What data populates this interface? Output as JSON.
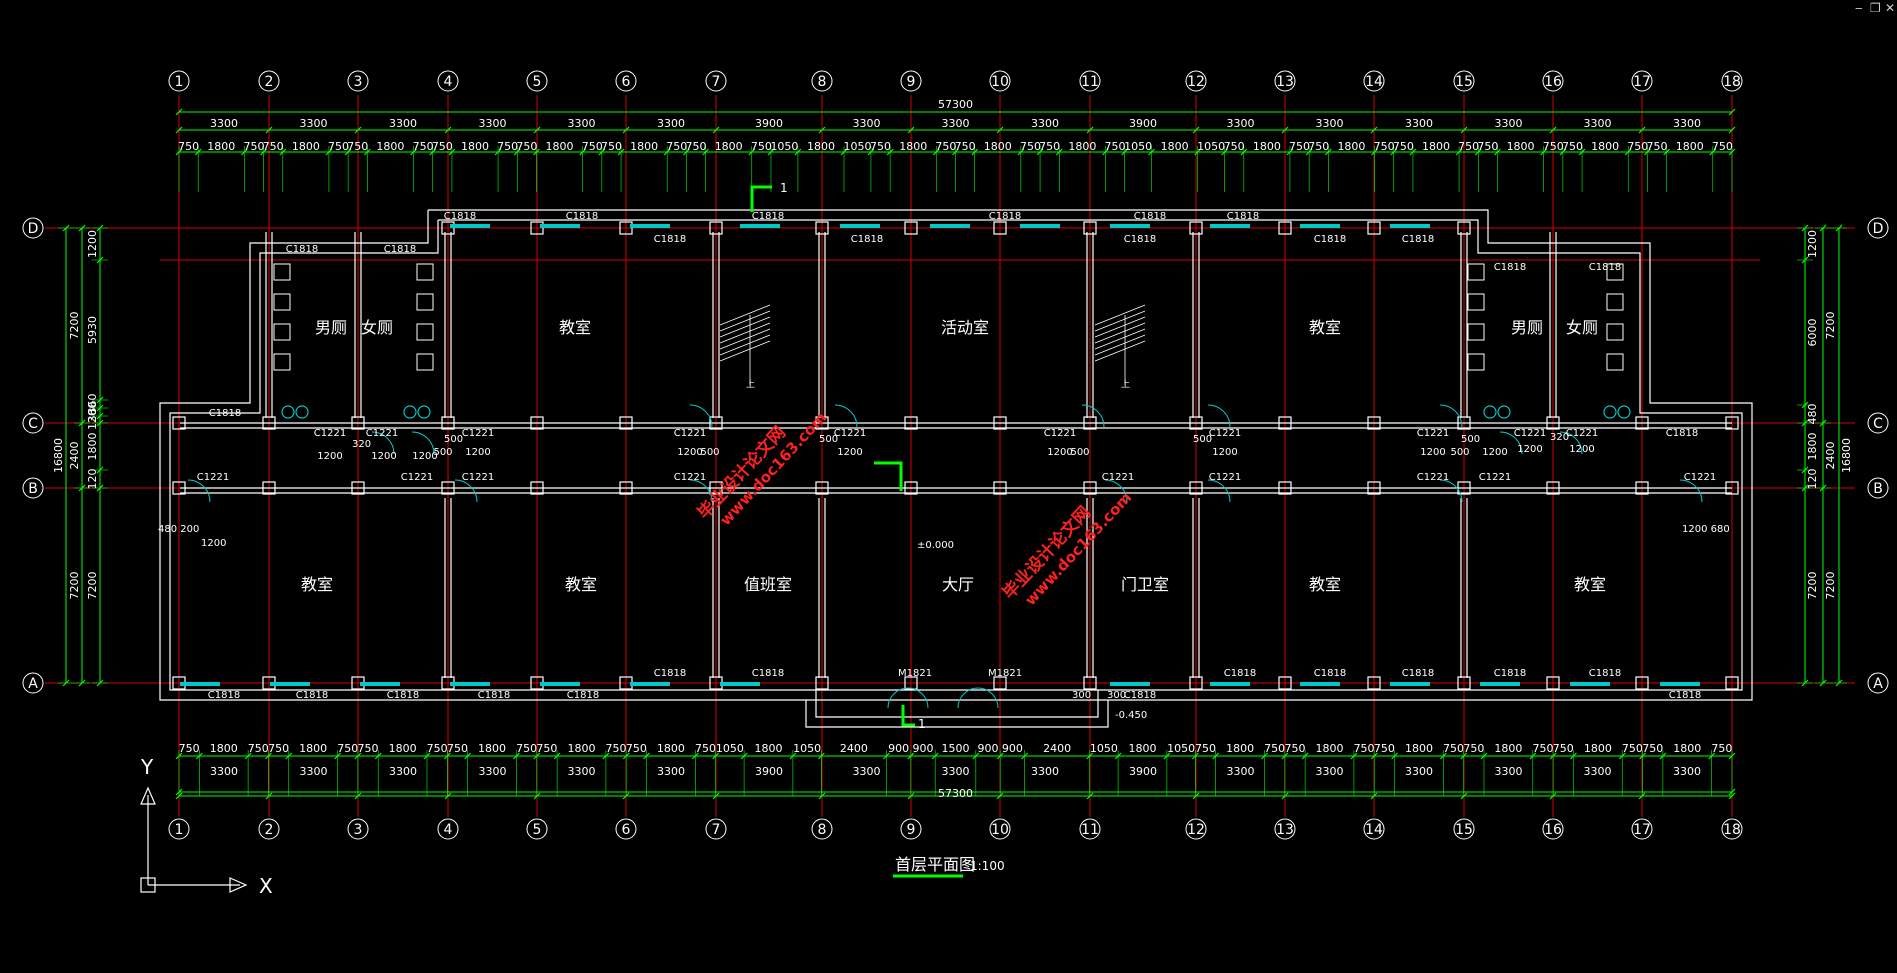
{
  "window": {
    "minimize": "‒",
    "restore": "❐",
    "close": "✕"
  },
  "colors": {
    "bg": "#000000",
    "dim": "#00ff00",
    "axis": "#d40000",
    "wall": "#ffffff",
    "window": "#00c8c8",
    "text": "#ffffff",
    "watermark": "#ff2020"
  },
  "grid": {
    "columns": [
      "1",
      "2",
      "3",
      "4",
      "5",
      "6",
      "7",
      "8",
      "9",
      "10",
      "11",
      "12",
      "13",
      "14",
      "15",
      "16",
      "17",
      "18"
    ],
    "rows": [
      "D",
      "C",
      "B",
      "A"
    ]
  },
  "dimensions": {
    "overall": "57300",
    "bays": [
      "3300",
      "3300",
      "3300",
      "3300",
      "3300",
      "3300",
      "3900",
      "3300",
      "3300",
      "3300",
      "3900",
      "3300",
      "3300",
      "3300",
      "3300",
      "3300",
      "3300"
    ],
    "top_detail": [
      "750",
      "1800",
      "750",
      "750",
      "1800",
      "750",
      "750",
      "1800",
      "750",
      "750",
      "1800",
      "750",
      "750",
      "1800",
      "750",
      "750",
      "1800",
      "750",
      "750",
      "1800",
      "750",
      "1050",
      "1800",
      "1050",
      "750",
      "1800",
      "750",
      "750",
      "1800",
      "750",
      "750",
      "1800",
      "750",
      "1050",
      "1800",
      "1050",
      "750",
      "1800",
      "750",
      "750",
      "1800",
      "750",
      "750",
      "1800",
      "750",
      "750",
      "1800",
      "750",
      "750",
      "1800",
      "750",
      "750",
      "1800",
      "750"
    ],
    "bottom_detail": [
      "750",
      "1800",
      "750",
      "750",
      "1800",
      "750",
      "750",
      "1800",
      "750",
      "750",
      "1800",
      "750",
      "750",
      "1800",
      "750",
      "750",
      "1800",
      "750",
      "1050",
      "1800",
      "1050",
      "2400",
      "900",
      "900",
      "1500",
      "900",
      "900",
      "2400",
      "1050",
      "1800",
      "1050",
      "750",
      "1800",
      "750",
      "750",
      "1800",
      "750",
      "750",
      "1800",
      "750",
      "750",
      "1800",
      "750",
      "750",
      "1800",
      "750",
      "750",
      "1800",
      "750"
    ],
    "left_outer": "16800",
    "left_main": [
      "7200",
      "2400",
      "7200"
    ],
    "left_inner": [
      "1200",
      "5930",
      "360",
      "360",
      "120",
      "1800",
      "120",
      "7200"
    ],
    "right_outer": "16800",
    "right_main": [
      "7200",
      "2400",
      "7200"
    ],
    "right_inner": [
      "1200",
      "6000",
      "480",
      "1800",
      "120",
      "7200"
    ]
  },
  "rooms": {
    "mens_wc": "男厕",
    "womens_wc": "女厕",
    "classroom": "教室",
    "activity": "活动室",
    "duty": "值班室",
    "hall": "大厅",
    "guard": "门卫室"
  },
  "labels": {
    "c1818": "C1818",
    "c1221": "C1221",
    "m1821": "M1821",
    "d500": "500",
    "d1200": "1200",
    "d320": "320",
    "d300": "300",
    "d1200_680": "1200 680",
    "d480_200": "480 200",
    "elev0": "±0.000",
    "elev_neg": "-0.450",
    "section_mark": "1",
    "stair": "上"
  },
  "title": {
    "main": "首层平面图",
    "scale": "1:100"
  },
  "ucs": {
    "y": "Y",
    "x": "X"
  },
  "watermark": {
    "line1": "毕业设计论文网",
    "line2": "www.doc163.com"
  }
}
